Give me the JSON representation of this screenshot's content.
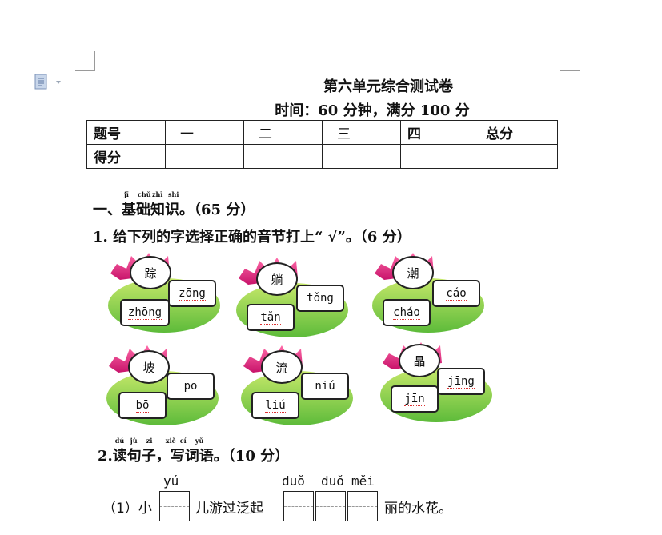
{
  "header": {
    "title": "第六单元综合测试卷",
    "subtitle": "时间：60 分钟，满分 100 分"
  },
  "score_table": {
    "header_row": [
      "题号",
      "一",
      "二",
      "三",
      "四",
      "总分"
    ],
    "row2_label": "得分"
  },
  "section1": {
    "prefix": "一、",
    "word": "基础知识",
    "ruby": [
      "jī",
      "chǔ",
      "zhī",
      "shi"
    ],
    "suffix": "。（65 分）"
  },
  "question1": {
    "text": "1. 给下列的字选择正确的音节打上“ √”。（6 分）"
  },
  "lotus_items": [
    {
      "char": "踪",
      "opt_top": "zōng",
      "opt_bottom": "zhōng"
    },
    {
      "char": "躺",
      "opt_top": "tǒng",
      "opt_bottom": "tǎn"
    },
    {
      "char": "潮",
      "opt_top": "cáo",
      "opt_bottom": "cháo"
    },
    {
      "char": "坡",
      "opt_top": "pō",
      "opt_bottom": "bō"
    },
    {
      "char": "流",
      "opt_top": "niú",
      "opt_bottom": "liú"
    },
    {
      "char": "晶",
      "opt_top": "jīng",
      "opt_bottom": "jīn"
    }
  ],
  "question2": {
    "prefix": "2.",
    "word": "读句子，写词语",
    "ruby": [
      "dú",
      "jù",
      "zi",
      "xiě",
      "cí",
      "yǔ"
    ],
    "suffix": "。（10 分）"
  },
  "sentence1": {
    "label": "（1）小",
    "py1": "yú",
    "middle": "儿游过泛起",
    "py2": [
      "duǒ",
      "duǒ",
      "měi"
    ],
    "tail": "丽的水花。"
  }
}
